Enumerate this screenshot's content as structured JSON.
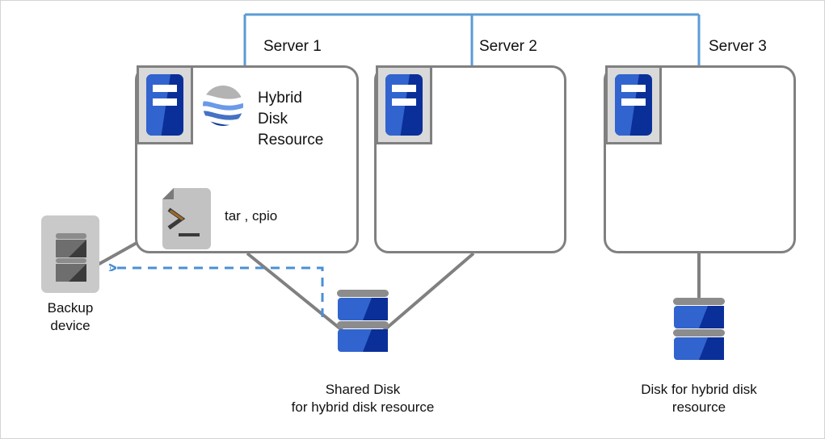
{
  "diagram": {
    "title": "Hybrid disk resource cluster backup diagram",
    "colors": {
      "network_line": "#5b9bd5",
      "connector_line": "#808080",
      "dashed_arrow": "#4a8fd4",
      "disk_blue_light": "#3164ce",
      "disk_blue_dark": "#0b2f99",
      "icon_gray": "#808080",
      "panel_gray": "#d9d9d9",
      "backup_gray": "#c9c9c9",
      "text": "#111111"
    }
  },
  "servers": [
    {
      "id": "server-1",
      "label": "Server 1"
    },
    {
      "id": "server-2",
      "label": "Server 2"
    },
    {
      "id": "server-3",
      "label": "Server 3"
    }
  ],
  "server1_contents": {
    "resource_label": "Hybrid\nDisk\nResource",
    "resource_icon": "hybrid-disk-globe-icon",
    "script_label": "tar , cpio",
    "script_icon": "script-file-icon"
  },
  "nodes": {
    "backup_device": {
      "caption": "Backup\ndevice",
      "icon": "backup-device-icon"
    },
    "shared_disk": {
      "caption": "Shared Disk\nfor hybrid disk resource",
      "icon": "disk-stack-icon"
    },
    "hybrid_disk": {
      "caption": "Disk for hybrid disk\nresource",
      "icon": "disk-stack-icon"
    }
  },
  "connections": {
    "network_bus": "interconnect-bus",
    "server1_to_backup": "solid-line",
    "server1_to_shared_disk": "solid-line",
    "server2_to_shared_disk": "solid-line",
    "server3_to_hybrid_disk": "solid-line",
    "shared_disk_to_backup": "dashed-arrow"
  }
}
